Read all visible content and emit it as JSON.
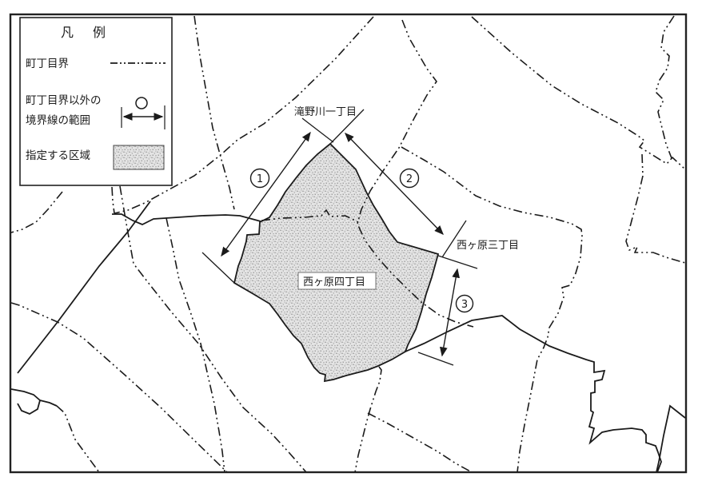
{
  "legend": {
    "title": "凡　例",
    "items": [
      {
        "label": "町丁目界",
        "symbol": "dash-dot-boundary-line"
      },
      {
        "label_line1": "町丁目界以外の",
        "label_line2": "境界線の範囲",
        "symbol": "range-arrow-with-circle"
      },
      {
        "label": "指定する区域",
        "symbol": "stipple-swatch"
      }
    ]
  },
  "map_labels": {
    "takinogawa1": "滝野川一丁目",
    "nishigahara3": "西ヶ原三丁目",
    "nishigahara4": "西ヶ原四丁目"
  },
  "range_markers": {
    "m1": "1",
    "m2": "2",
    "m3": "3"
  },
  "colors": {
    "line": "#1b1b1b",
    "stipple_bg": "#e4e4e4",
    "stipple_dot": "#8f8f8f",
    "background": "#ffffff"
  }
}
